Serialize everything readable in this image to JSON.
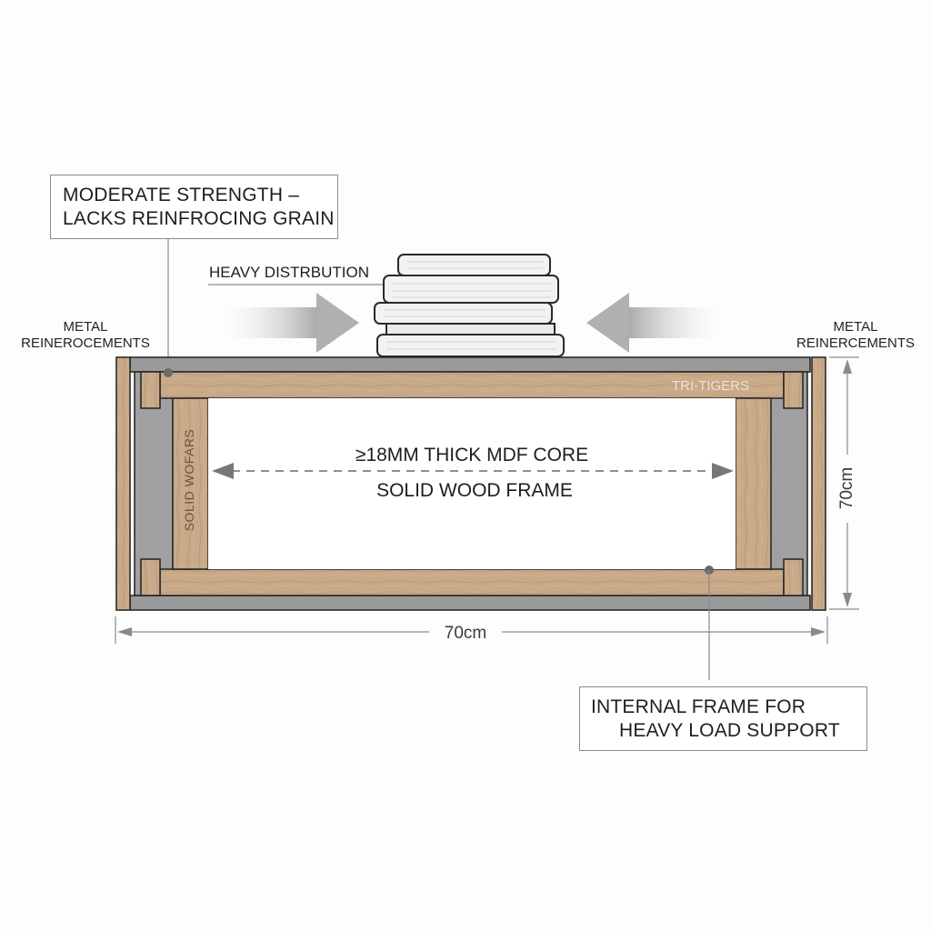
{
  "callouts": {
    "top_left": {
      "line1": "MODERATE STRENGTH –",
      "line2": "LACKS REINFROCING GRAIN"
    },
    "bottom_right": {
      "line1": "INTERNAL FRAME FOR",
      "line2": "HEAVY LOAD SUPPORT"
    }
  },
  "labels": {
    "heavy_distribution": "HEAVY DISTRBUTION",
    "metal_left_line1": "METAL",
    "metal_left_line2": "REINEROCEMENTS",
    "metal_right_line1": "METAL",
    "metal_right_line2": "REINERCEMENTS",
    "top_rail": "TRI-TIGERS",
    "left_post": "SOLID WOFARS",
    "core_line1": "≥18MM THICK MDF CORE",
    "core_line2": "SOLID WOOD FRAME"
  },
  "dimensions": {
    "width": "70cm",
    "height": "70cm"
  },
  "colors": {
    "wood": "#c8a988",
    "wood_dark": "#b08e6c",
    "metal": "#9a9a9a",
    "outline": "#2a2a2a",
    "arrow": "#b5b5b5"
  },
  "icons": {
    "book_stack": "book-stack-icon",
    "load_arrow_left": "arrow-right-icon",
    "load_arrow_right": "arrow-left-icon"
  }
}
